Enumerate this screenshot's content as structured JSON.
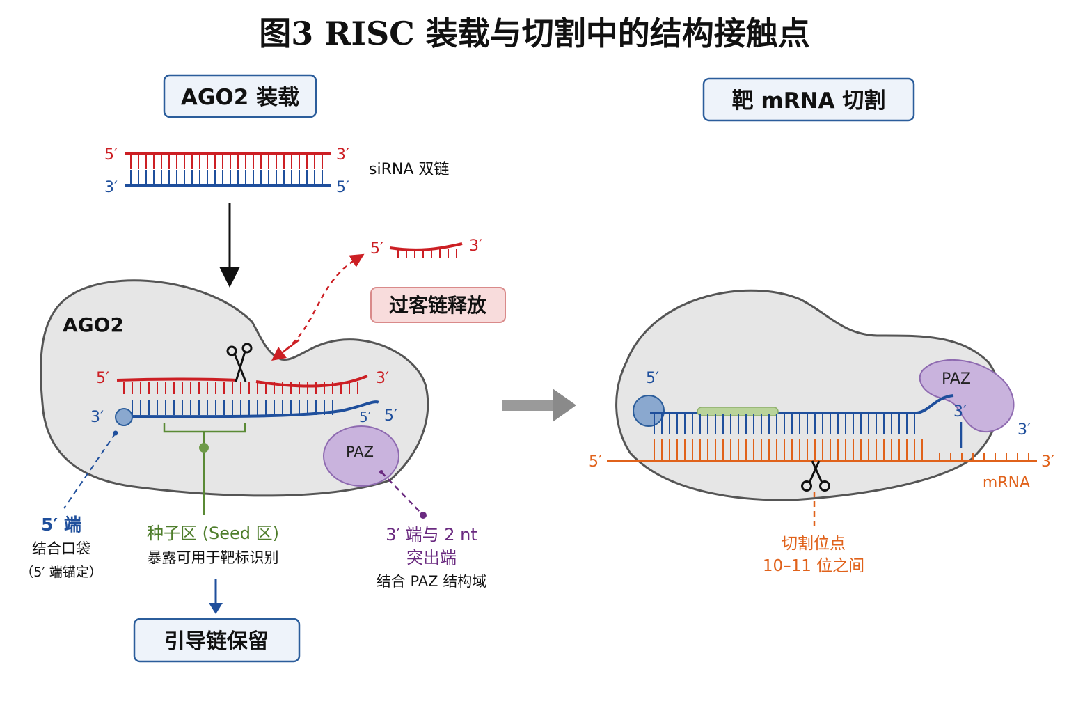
{
  "title": "图3 RISC 装载与切割中的结构接触点",
  "left_panel": {
    "header": "AGO2 装载",
    "sirna_label": "siRNA 双链",
    "sirna_top_5": "5′",
    "sirna_top_3": "3′",
    "sirna_bottom_3": "3′",
    "sirna_bottom_5": "5′",
    "ago2_label": "AGO2",
    "passenger_5": "5′",
    "passenger_3": "3′",
    "guide_3": "3′",
    "guide_5_inner": "5′",
    "guide_5_outer": "5′",
    "released_5": "5′",
    "released_3": "3′",
    "release_label": "过客链释放",
    "paz_label": "PAZ",
    "pocket_title": "5′ 端",
    "pocket_line1": "结合口袋",
    "pocket_line2": "（5′ 端锚定）",
    "seed_title": "种子区 (Seed 区)",
    "seed_line": "暴露可用于靶标识别",
    "paz_title1": "3′ 端与 2 nt",
    "paz_title2": "突出端",
    "paz_line": "结合 PAZ 结构域",
    "retain_label": "引导链保留"
  },
  "right_panel": {
    "header": "靶 mRNA 切割",
    "guide_5": "5′",
    "guide_3": "3′",
    "guide_3_outer": "3′",
    "paz_label": "PAZ",
    "mrna_5": "5′",
    "mrna_3": "3′",
    "mrna_label": "mRNA",
    "cut_line1": "切割位点",
    "cut_line2": "10–11 位之间"
  },
  "colors": {
    "passenger": "#cc1f24",
    "guide": "#1f4f9c",
    "mrna": "#e0621b",
    "paz": "#c9b3dd",
    "seed": "#5a8a35",
    "purple_text": "#6a2a80",
    "release_box": "#f8dcdc",
    "header_box": "#eef3fa"
  }
}
